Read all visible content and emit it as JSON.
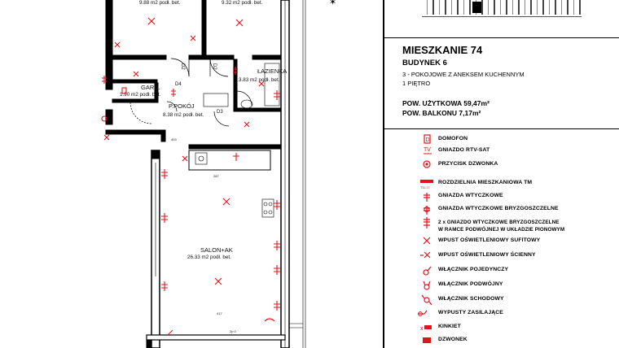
{
  "plan": {
    "rooms": [
      {
        "name": "",
        "area": "9.88 m2 podł. bet."
      },
      {
        "name": "",
        "area": "9.32 m2 podł. bet."
      },
      {
        "name": "ŁAZIENKA",
        "area": "3.83 m2 podł. bet."
      },
      {
        "name": "GARD.",
        "area": "1.90 m2 podł. bet."
      },
      {
        "name": "P.POKÓJ",
        "area": "8.38 m2 podł. bet."
      },
      {
        "name": "SALON+AK",
        "area": "26.33 m2 podł. bet."
      }
    ],
    "doors": [
      "D2",
      "D2",
      "D4",
      "D3"
    ],
    "dims": [
      "403",
      "287",
      "417",
      "2p 0"
    ]
  },
  "info": {
    "title": "MIESZKANIE 74",
    "building": "BUDYNEK 6",
    "type": "3 - POKOJOWE Z ANEKSEM KUCHENNYM",
    "floor": "1 PIĘTRO",
    "usable_label": "POW. UŻYTKOWA 59,47m²",
    "balcony_label": "POW. BALKONU 7,17m²"
  },
  "legend": [
    {
      "icon": "intercom-icon",
      "label": "DOMOFON"
    },
    {
      "icon": "tv-socket-icon",
      "label": "GNIAZDO RTV-SAT"
    },
    {
      "icon": "doorbell-button-icon",
      "label": "PRZYCISK DZWONKA"
    },
    {
      "icon": "distribution-board-icon",
      "label": "ROZDZIELNIA MIESZKANIOWA TM"
    },
    {
      "icon": "socket-icon",
      "label": "GNIAZDA WTYCZKOWE"
    },
    {
      "icon": "splashproof-socket-icon",
      "label": "GNIAZDA WTYCZKOWE BRYZGOSZCZELNE"
    },
    {
      "icon": "double-splashproof-socket-icon",
      "label": "2 x GNIAZDO WTYCZKOWE BRYZGOSZCZELNE\nW RAMCE PODWÓJNEJ W UKŁADZIE PIONOWYM"
    },
    {
      "icon": "ceiling-light-icon",
      "label": "WPUST OŚWIETLENIOWY SUFITOWY"
    },
    {
      "icon": "wall-light-icon",
      "label": "WPUST OŚWIETLENIOWY ŚCIENNY"
    },
    {
      "icon": "single-switch-icon",
      "label": "WŁĄCZNIK POJEDYNCZY"
    },
    {
      "icon": "double-switch-icon",
      "label": "WŁĄCZNIK PODWÓJNY"
    },
    {
      "icon": "stair-switch-icon",
      "label": "WŁĄCZNIK SCHODOWY"
    },
    {
      "icon": "power-outlet-icon",
      "label": "WYPUSTY ZASILAJĄCE"
    },
    {
      "icon": "wall-lamp-icon",
      "label": "KINKIET"
    },
    {
      "icon": "bell-icon",
      "label": "DZWONEK"
    }
  ],
  "colors": {
    "symbol": "#e1141b",
    "line": "#000000"
  }
}
